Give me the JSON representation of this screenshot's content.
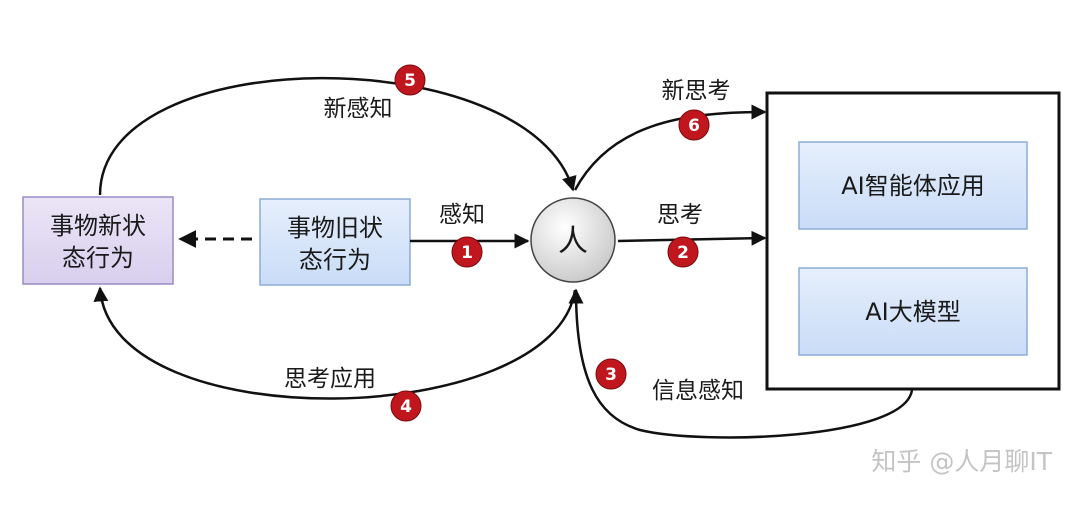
{
  "nodes": {
    "new_state": [
      "事物新状",
      "态行为"
    ],
    "old_state": [
      "事物旧状",
      "态行为"
    ],
    "person": "人",
    "agent_app": "AI智能体应用",
    "llm": "AI大模型"
  },
  "edges": {
    "perceive": {
      "label": "感知",
      "badge": "1"
    },
    "think": {
      "label": "思考",
      "badge": "2"
    },
    "info_perceive": {
      "label": "信息感知",
      "badge": "3"
    },
    "think_apply": {
      "label": "思考应用",
      "badge": "4"
    },
    "new_perceive": {
      "label": "新感知",
      "badge": "5"
    },
    "new_think": {
      "label": "新思考",
      "badge": "6"
    }
  },
  "watermark": "知乎 @人月聊IT",
  "colors": {
    "purple_fill": "#e3dcf1",
    "purple_stroke": "#9a8cc4",
    "blue_fill": "#d8e6fa",
    "blue_stroke": "#8eabd6",
    "badge_fill": "#c0161d",
    "line": "#111111"
  }
}
